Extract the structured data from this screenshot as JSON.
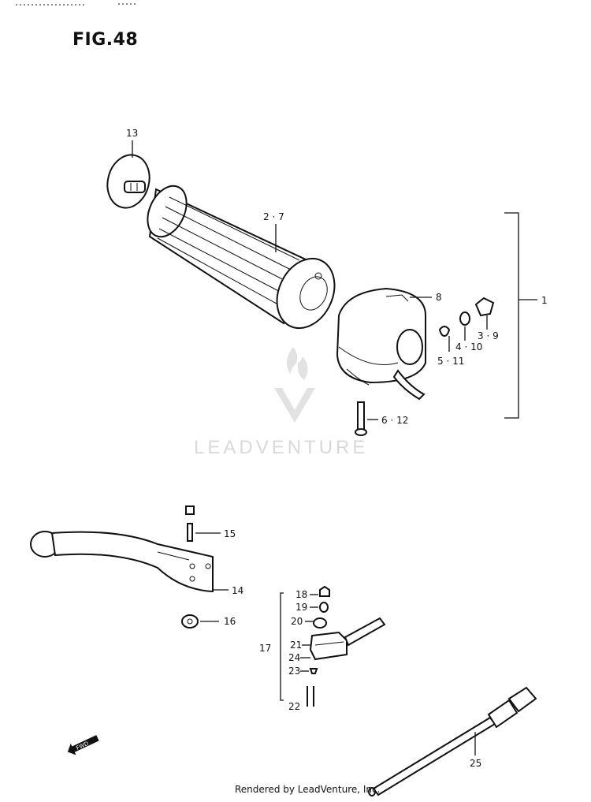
{
  "figure": {
    "title": "FIG.48"
  },
  "watermark": {
    "text": "LEADVENTURE"
  },
  "footer": {
    "text": "Rendered by LeadVenture, Inc."
  },
  "callouts": {
    "c13": "13",
    "c2_7": "2 · 7",
    "c8": "8",
    "c1": "1",
    "c3_9": "3 · 9",
    "c4_10": "4 · 10",
    "c5_11": "5 · 11",
    "c6_12": "6 · 12",
    "c15": "15",
    "c14": "14",
    "c16": "16",
    "c18": "18",
    "c19": "19",
    "c20": "20",
    "c17": "17",
    "c21": "21",
    "c24": "24",
    "c23": "23",
    "c22": "22",
    "c25": "25"
  },
  "fwd_mark": {
    "text": "FWD"
  }
}
